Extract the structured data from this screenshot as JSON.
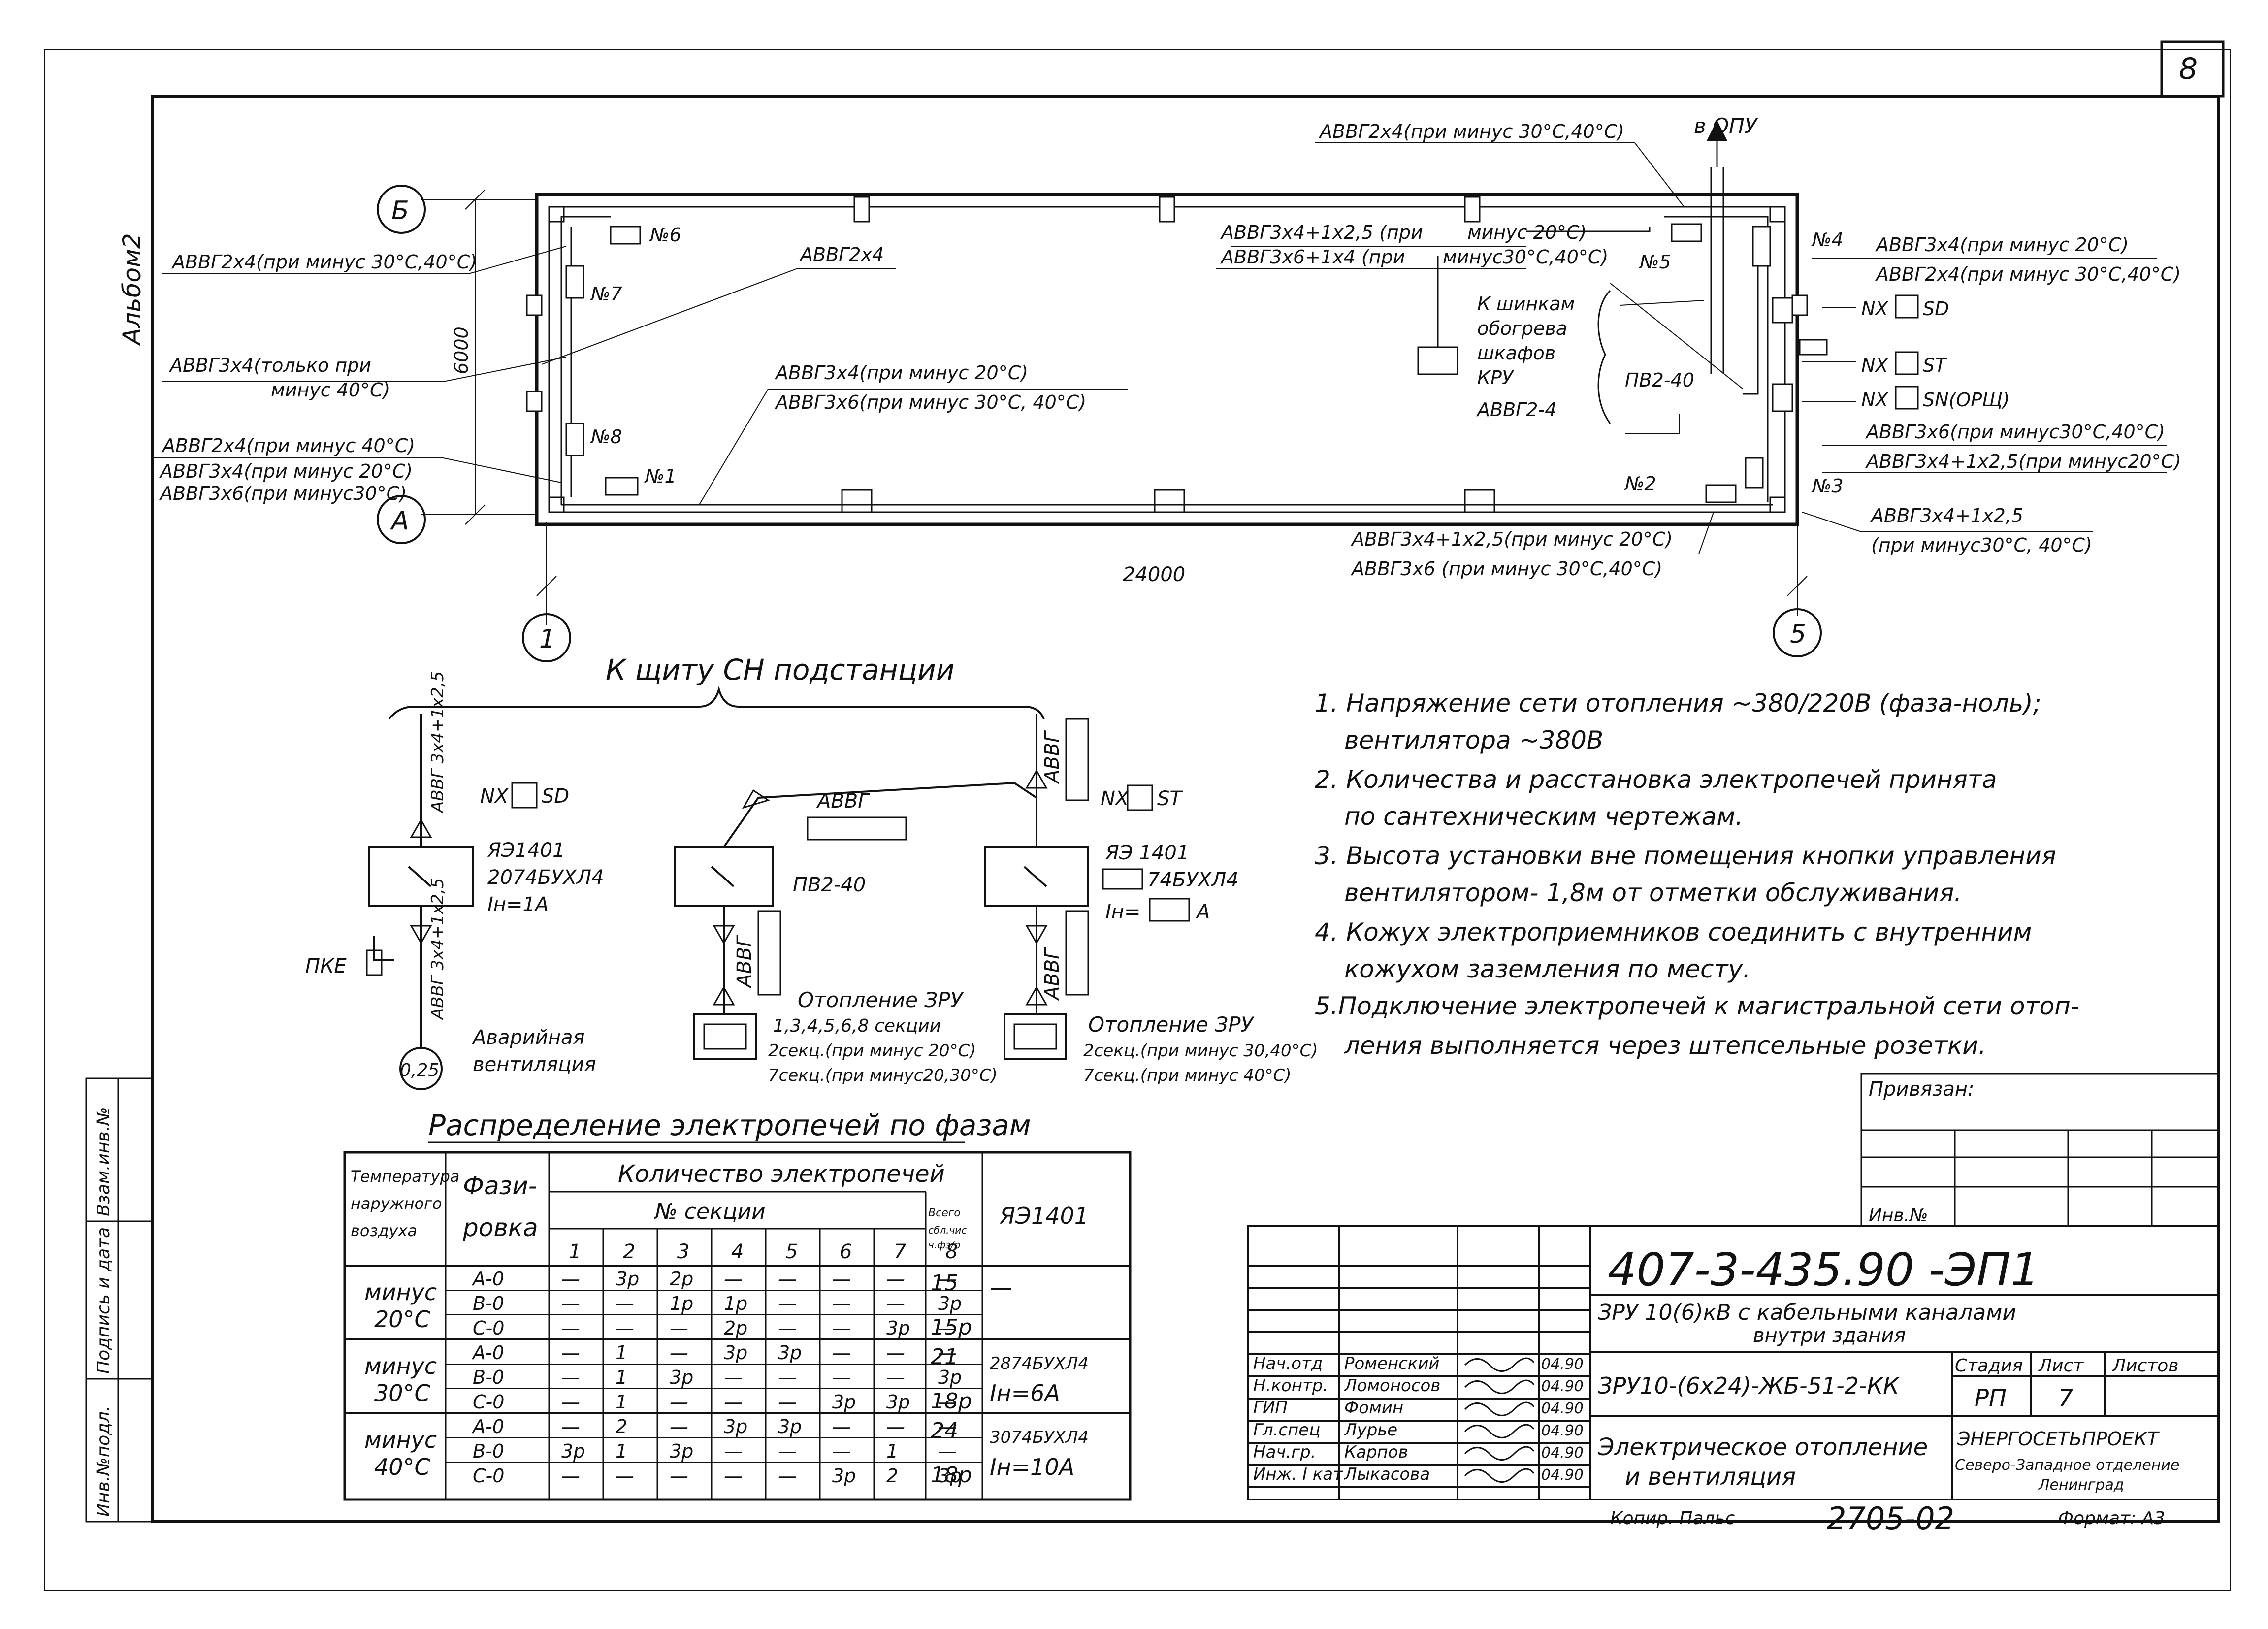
{
  "sheet": {
    "number": "8",
    "album": "Альбом2",
    "copy_by": "Копир. Пальс",
    "format": "Формат: А3",
    "order": "2705-02"
  },
  "plan": {
    "axis_B": "Б",
    "axis_A": "А",
    "axis_1": "1",
    "axis_5": "5",
    "dim_width": "24000",
    "dim_height": "6000",
    "to_opu": "в ОПУ",
    "heaters": [
      "№6",
      "№7",
      "№8",
      "№1",
      "№5",
      "№4",
      "№2",
      "№3"
    ],
    "left_labels": [
      "АВВГ2х4(при минус 30°С,40°С)",
      "АВВГ3х4(только при",
      "минус 40°С)",
      "АВВГ2х4(при минус 40°С)",
      "АВВГ3х4(при минус 20°С)",
      "АВВГ3х6(при минус30°С)"
    ],
    "inner_labels": [
      "АВВГ2х4",
      "АВВГ3х4(при минус 20°С)",
      "АВВГ3х6(при минус 30°С, 40°С)",
      "АВВГ2х4(при минус 30°С,40°С)",
      "АВВГ3х4+1х2,5 (при",
      "минус 20°С)",
      "АВВГ3х6+1х4 (при",
      "минус30°С,40°С)",
      "К шинкам",
      "обогрева",
      "шкафов",
      "КРУ",
      "АВВГ2-4",
      "ПВ2-40",
      "АВВГ3х4+1х2,5(при минус 20°С)",
      "АВВГ3х6 (при минус 30°С,40°С)"
    ],
    "right_labels": [
      "АВВГ3х4(при минус 20°С)",
      "АВВГ2х4(при минус 30°С,40°С)",
      "NX",
      "SD",
      "NX",
      "ST",
      "NX",
      "SN(ОРЩ)",
      "АВВГ3х6(при минус30°С,40°С)",
      "АВВГ3х4+1х2,5(при минус20°С)",
      "АВВГ3х4+1х2,5",
      "(при минус30°С, 40°С)"
    ]
  },
  "scheme": {
    "title": "К щиту СН подстанции",
    "cable_left_top": "АВВГ 3х4+1х2,5",
    "cable_left_bottom": "АВВГ 3х4+1х2,5",
    "nx_sd": "NX",
    "sd": "SD",
    "box1": [
      "ЯЭ1401",
      "2074БУХЛ4",
      "Iн=1А"
    ],
    "pke": "ПКЕ",
    "load_left": "0,25",
    "load_left_label": [
      "Аварийная",
      "вентиляция"
    ],
    "avvg_mid": "АВВГ",
    "pv": "ПВ2-40",
    "nx_st": "NX",
    "st": "ST",
    "box2": [
      "ЯЭ 1401",
      "74БУХЛ4",
      "Iн=",
      "А"
    ],
    "avvg_right": "АВВГ",
    "heat_left": [
      "Отопление ЗРУ",
      "1,3,4,5,6,8 секции",
      "2секц.(при минус 20°С)",
      "7секц.(при минус20,30°С)"
    ],
    "heat_right": [
      "Отопление ЗРУ",
      "2секц.(при минус 30,40°С)",
      "7секц.(при минус 40°С)"
    ]
  },
  "notes": [
    "1. Напряжение сети отопления ~380/220В (фаза-ноль);",
    "вентилятора ~380В",
    "2. Количества и расстановка электропечей принята",
    "по сантехническим чертежам.",
    "3. Высота установки вне помещения кнопки управления",
    "вентилятором- 1,8м от отметки обслуживания.",
    "4. Кожух электроприемников соединить с внутренним",
    "кожухом заземления по месту.",
    "5.Подключение электропечей к магистральной сети отоп-",
    "ления выполняется через штепсельные розетки."
  ],
  "phase_table": {
    "title": "Распределение электропечей по фазам",
    "col_temp": [
      "Температура",
      "наружного",
      "воздуха"
    ],
    "col_phase": [
      "Фази-",
      "ровка"
    ],
    "col_count": "Количество электропечей",
    "col_section": "№ секции",
    "sections": [
      "1",
      "2",
      "3",
      "4",
      "5",
      "6",
      "7",
      "8"
    ],
    "col_total": [
      "Всего",
      "сбл.чис",
      "ч.фз/р"
    ],
    "col_ya": "ЯЭ1401",
    "groups": [
      {
        "temp": [
          "минус",
          "20°С"
        ],
        "ya": [
          "—"
        ],
        "rows": [
          {
            "phase": "А-0",
            "cells": [
              "—",
              "3р",
              "2р",
              "—",
              "—",
              "—",
              "—",
              "—"
            ],
            "total": "15"
          },
          {
            "phase": "В-0",
            "cells": [
              "—",
              "—",
              "1р",
              "1р",
              "—",
              "—",
              "—",
              "3р"
            ],
            "total": ""
          },
          {
            "phase": "С-0",
            "cells": [
              "—",
              "—",
              "—",
              "2р",
              "—",
              "—",
              "3р",
              "—"
            ],
            "total": "15р"
          }
        ]
      },
      {
        "temp": [
          "минус",
          "30°С"
        ],
        "ya": [
          "2874БУХЛ4",
          "Iн=6А"
        ],
        "rows": [
          {
            "phase": "А-0",
            "cells": [
              "—",
              "1",
              "—",
              "3р",
              "3р",
              "—",
              "—",
              "—"
            ],
            "total": "21"
          },
          {
            "phase": "В-0",
            "cells": [
              "—",
              "1",
              "3р",
              "—",
              "—",
              "—",
              "—",
              "3р"
            ],
            "total": ""
          },
          {
            "phase": "С-0",
            "cells": [
              "—",
              "1",
              "—",
              "—",
              "—",
              "3р",
              "3р",
              "—"
            ],
            "total": "18р"
          }
        ]
      },
      {
        "temp": [
          "минус",
          "40°С"
        ],
        "ya": [
          "3074БУХЛ4",
          "Iн=10А"
        ],
        "rows": [
          {
            "phase": "А-0",
            "cells": [
              "—",
              "2",
              "—",
              "3р",
              "3р",
              "—",
              "—",
              "—"
            ],
            "total": "24"
          },
          {
            "phase": "В-0",
            "cells": [
              "3р",
              "1",
              "3р",
              "—",
              "—",
              "—",
              "1",
              "—"
            ],
            "total": ""
          },
          {
            "phase": "С-0",
            "cells": [
              "—",
              "—",
              "—",
              "—",
              "—",
              "3р",
              "2",
              "3р"
            ],
            "total": "18р"
          }
        ]
      }
    ]
  },
  "side_stamp": [
    "Инв.№подл.",
    "Подпись и дата",
    "Взам.инв.№"
  ],
  "bound": {
    "label": "Привязан:",
    "inv": "Инв.№"
  },
  "title_block": {
    "code": "407-3-435.90 -ЭП1",
    "object": [
      "ЗРУ 10(6)кВ с кабельными каналами",
      "внутри здания"
    ],
    "drawing": "ЗРУ10-(6х24)-ЖБ-51-2-КК",
    "name": [
      "Электрическое отопление",
      "и вентиляция"
    ],
    "stage_h": "Стадия",
    "sheet_h": "Лист",
    "sheets_h": "Листов",
    "stage": "РП",
    "sheet": "7",
    "org": [
      "ЭНЕРГОСЕТЬПРОЕКТ",
      "Северо-Западное отделение",
      "Ленинград"
    ],
    "people": [
      {
        "role": "Нач.отд",
        "name": "Роменский",
        "date": "04.90"
      },
      {
        "role": "Н.контр.",
        "name": "Ломоносов",
        "date": "04.90"
      },
      {
        "role": "ГИП",
        "name": "Фомин",
        "date": "04.90"
      },
      {
        "role": "Гл.спец",
        "name": "Лурье",
        "date": "04.90"
      },
      {
        "role": "Нач.гр.",
        "name": "Карпов",
        "date": "04.90"
      },
      {
        "role": "Инж. I кат",
        "name": "Лыкасова",
        "date": "04.90"
      }
    ]
  }
}
